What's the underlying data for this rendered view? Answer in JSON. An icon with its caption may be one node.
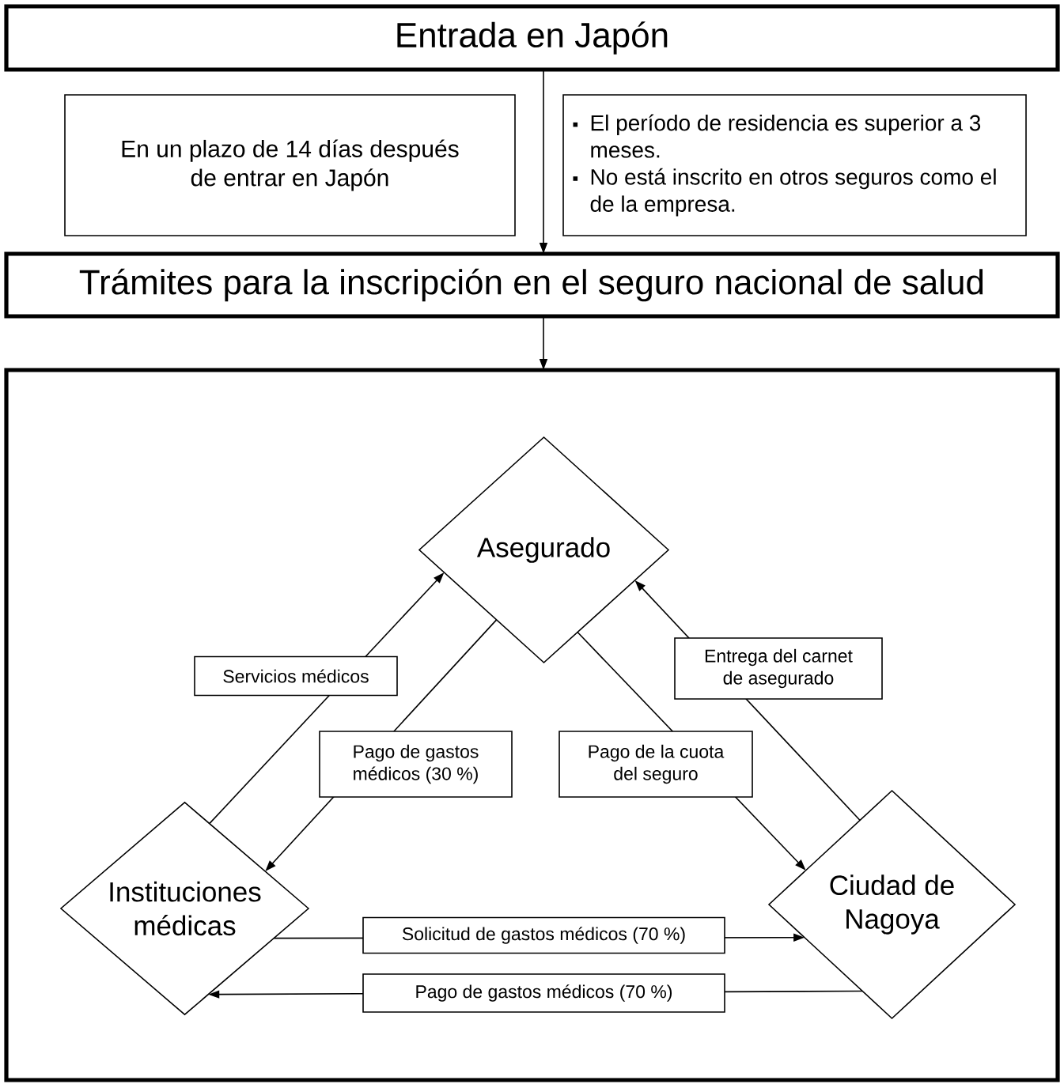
{
  "diagram": {
    "nodes": [
      {
        "text": [
          "Entrada en Japón"
        ]
      },
      {
        "text": [
          "En un plazo de 14 días después de entrar en Japón"
        ]
      },
      {
        "text": [
          "El período de residencia es superior a 3 meses.",
          "No está inscrito en otros seguros como el de la empresa."
        ]
      },
      {
        "text": [
          "Trámites para la inscripción en el seguro nacional de salud"
        ]
      },
      {
        "text": [],
        "shape": "box"
      },
      {
        "text": [
          "Asegurado"
        ],
        "in": 4
      },
      {
        "text": [
          "Instituciones médicas"
        ],
        "in": 4
      },
      {
        "text": [
          "Ciudad de Nagoya"
        ],
        "in": 4
      }
    ],
    "edges": [
      {
        "from": 0,
        "to": 3,
        "arrow": "to"
      },
      {
        "from": 3,
        "to": 4,
        "arrow": "to"
      },
      {
        "from": 6,
        "to": 5,
        "arrow": "to",
        "label": "Servicios médicos"
      },
      {
        "from": 5,
        "to": 6,
        "arrow": "to",
        "label": "Pago de gastos médicos (30 %)"
      },
      {
        "from": 5,
        "to": 7,
        "arrow": "to",
        "label": "Pago de la cuota del seguro"
      },
      {
        "from": 7,
        "to": 5,
        "arrow": "to",
        "label": "Entrega del carnet de asegurado"
      },
      {
        "from": 6,
        "to": 7,
        "arrow": "to",
        "label": "Solicitud de gastos médicos (70 %)"
      },
      {
        "from": 7,
        "to": 6,
        "arrow": "to",
        "label": "Pago de gastos médicos (70 %)"
      }
    ]
  }
}
